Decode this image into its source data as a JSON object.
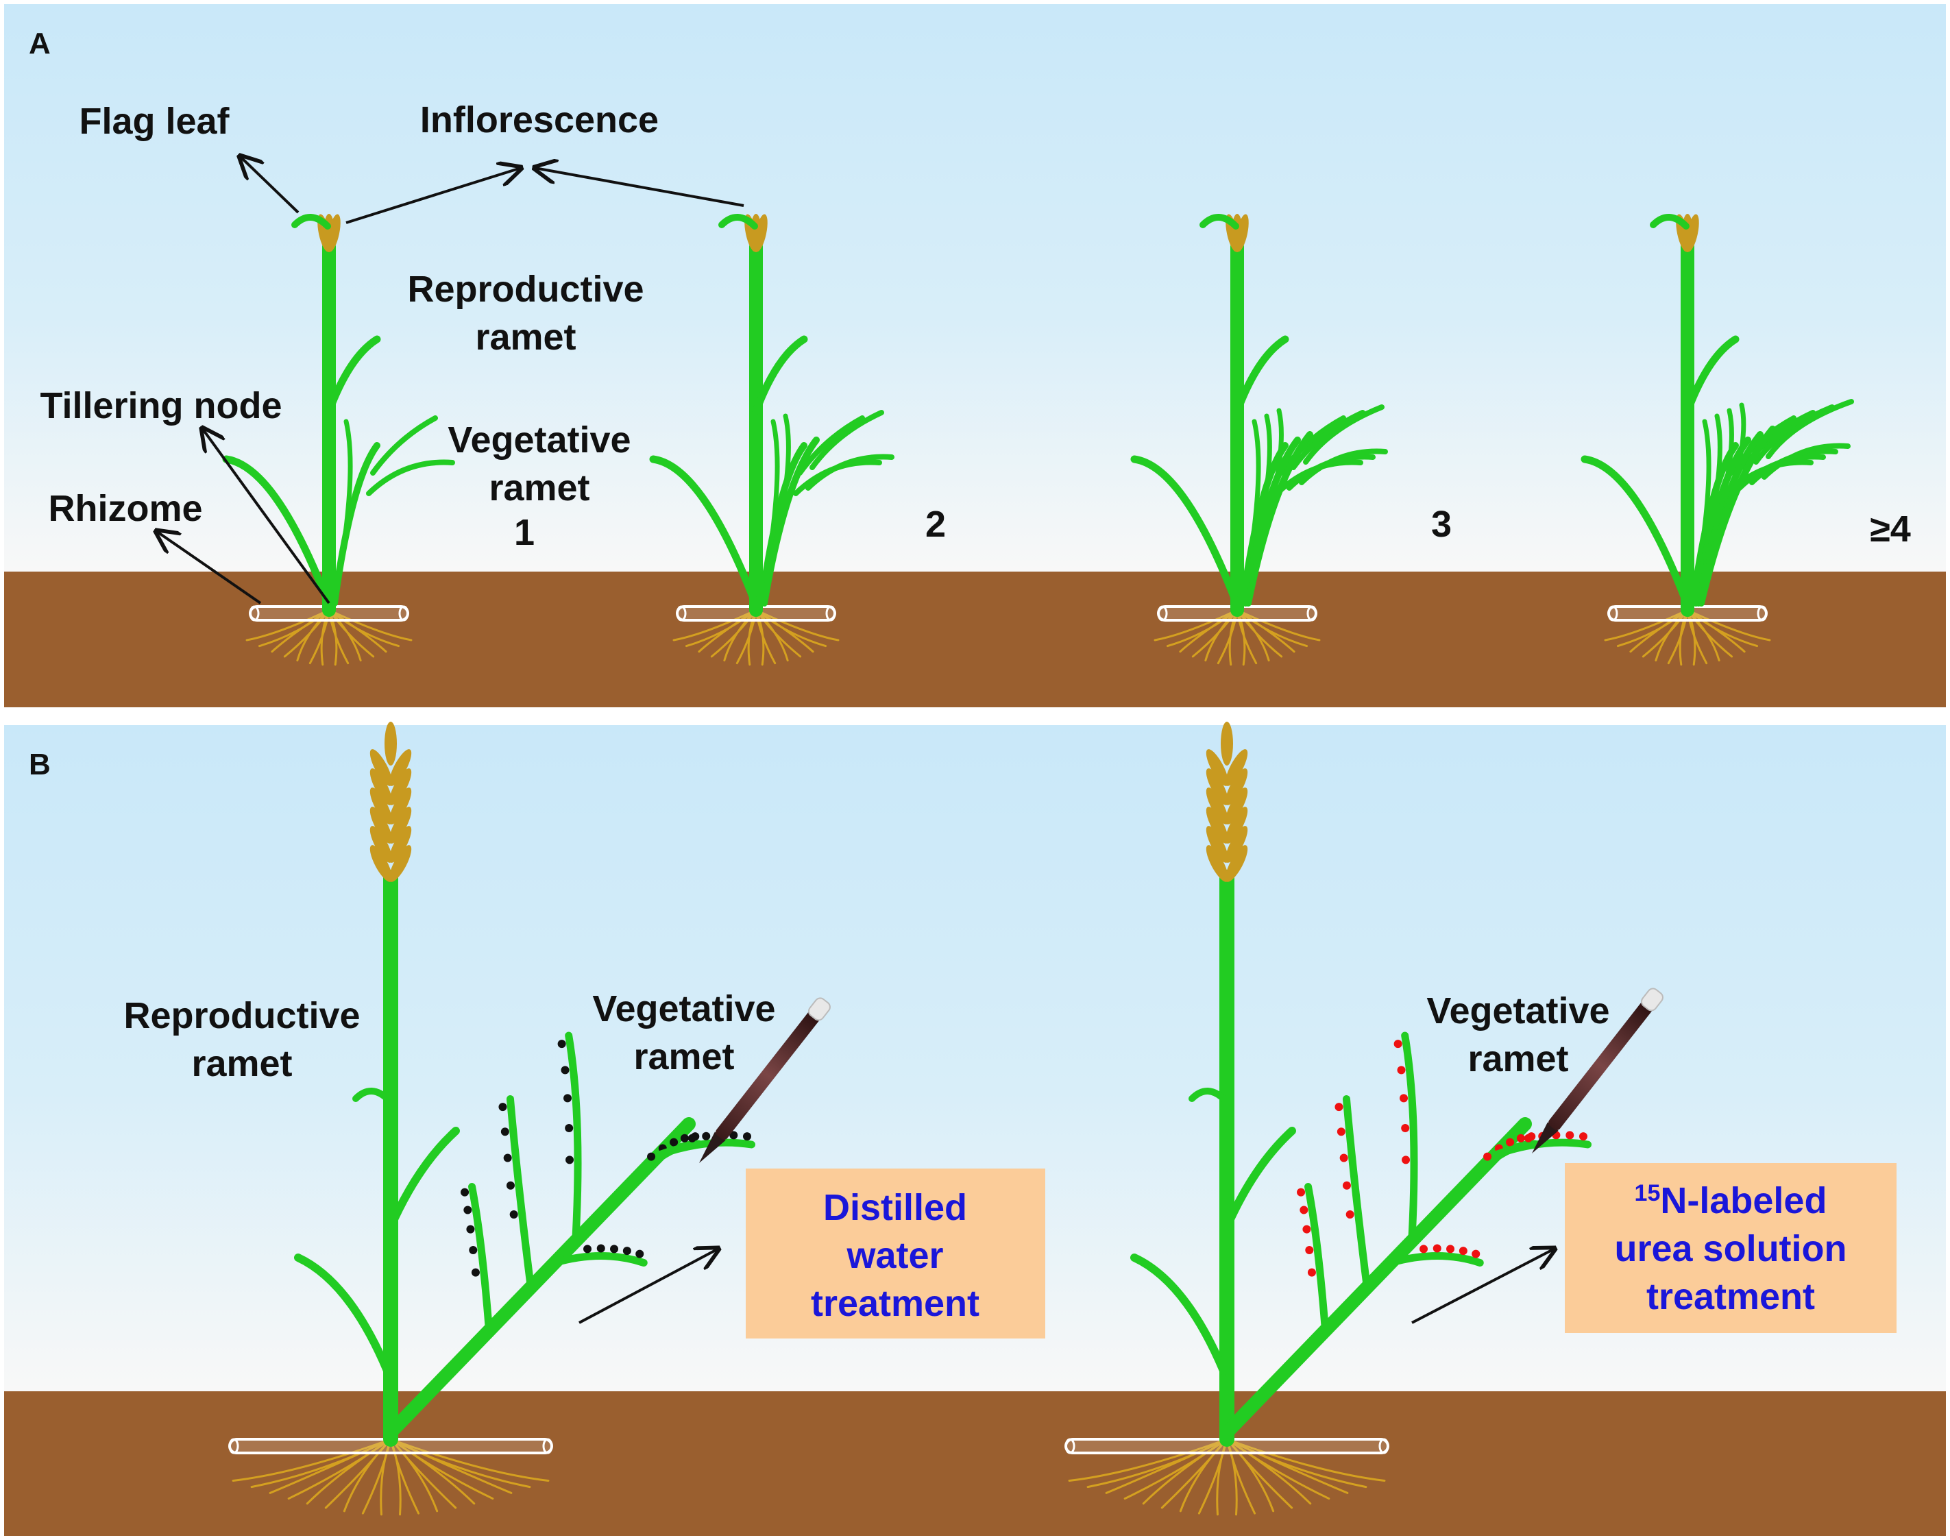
{
  "panel_a": {
    "letter": "A",
    "flag_leaf": "Flag leaf",
    "inflorescence": "Inflorescence",
    "reproductive_ramet": [
      "Reproductive",
      "ramet"
    ],
    "tillering_node": "Tillering node",
    "vegetative_ramet": [
      "Vegetative",
      "ramet"
    ],
    "rhizome": "Rhizome",
    "counts": [
      "1",
      "2",
      "3",
      "≥4"
    ]
  },
  "panel_b": {
    "letter": "B",
    "reproductive_ramet": [
      "Reproductive",
      "ramet"
    ],
    "vegetative_ramet_left": [
      "Vegetative",
      "ramet"
    ],
    "vegetative_ramet_right": [
      "Vegetative",
      "ramet"
    ],
    "treatment_water": [
      "Distilled",
      "water",
      "treatment"
    ],
    "treatment_n15": {
      "superscript": "15",
      "line1_rest": "N-labeled",
      "line2": "urea solution",
      "line3": "treatment"
    }
  },
  "colors": {
    "sky_top": "#c9e8f9",
    "sky_bottom": "#f7f7f7",
    "soil": "#9a5f2f",
    "leaf": "#22cc22",
    "inflorescence": "#c89a20",
    "root": "#d4a020",
    "box_fill": "#fbcc99",
    "box_text": "#1a16d9",
    "dot_water": "#111111",
    "dot_n15": "#ee1111",
    "label": "#111111"
  },
  "icons": [
    "arrow-icon",
    "brush-icon",
    "plant-icon"
  ]
}
